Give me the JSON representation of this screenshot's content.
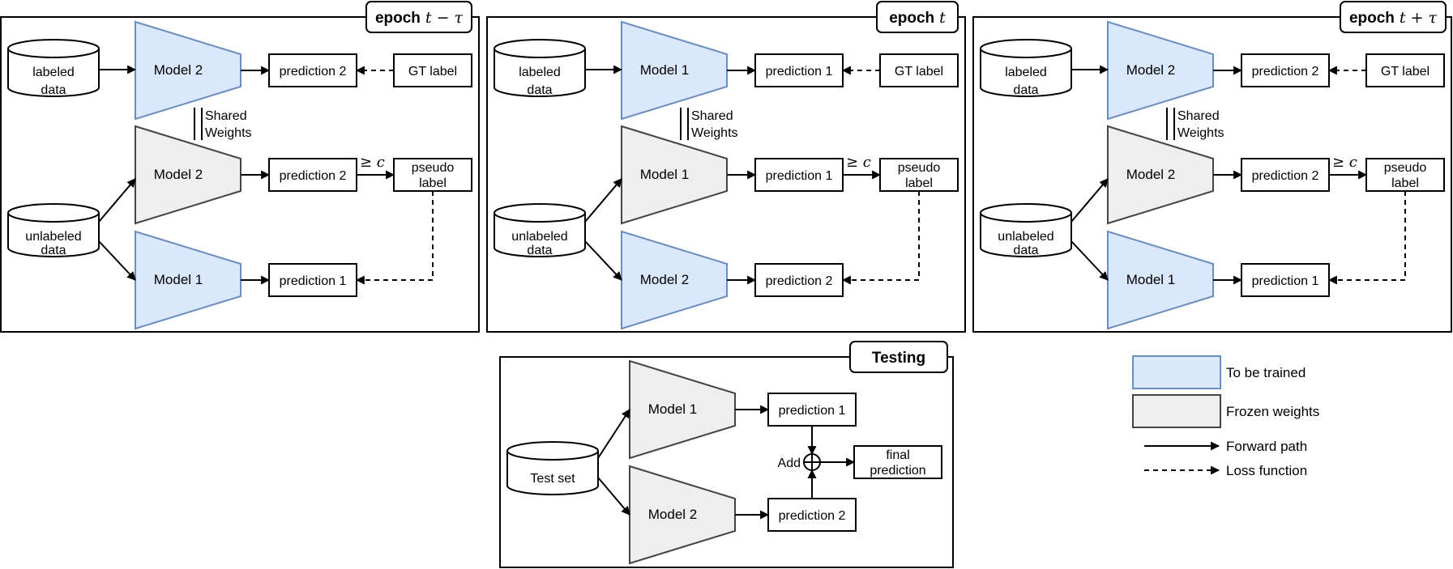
{
  "panels": [
    {
      "title_word": "epoch",
      "title_math": "t − τ",
      "top_model": "Model 2",
      "shared_model": "Model 2",
      "bottom_model": "Model 1",
      "top_pred": "prediction 2",
      "shared_pred": "prediction 2",
      "bottom_pred": "prediction 1"
    },
    {
      "title_word": "epoch",
      "title_math": "t",
      "top_model": "Model 1",
      "shared_model": "Model 1",
      "bottom_model": "Model 2",
      "top_pred": "prediction 1",
      "shared_pred": "prediction 1",
      "bottom_pred": "prediction 2"
    },
    {
      "title_word": "epoch",
      "title_math": "t + τ",
      "top_model": "Model 2",
      "shared_model": "Model 2",
      "bottom_model": "Model 1",
      "top_pred": "prediction 2",
      "shared_pred": "prediction 2",
      "bottom_pred": "prediction 1"
    }
  ],
  "common": {
    "labeled_line1": "labeled",
    "labeled_line2": "data",
    "unlabeled_line1": "unlabeled",
    "unlabeled_line2": "data",
    "gt_label": "GT label",
    "pseudo_line1": "pseudo",
    "pseudo_line2": "label",
    "shared_line1": "Shared",
    "shared_line2": "Weights",
    "threshold": "≥ c"
  },
  "testing": {
    "title": "Testing",
    "dataset": "Test set",
    "model_a": "Model 1",
    "model_b": "Model 2",
    "pred_a": "prediction 1",
    "pred_b": "prediction 2",
    "add_label": "Add",
    "final_line1": "final",
    "final_line2": "prediction"
  },
  "legend": {
    "trained": "To be trained",
    "frozen": "Frozen weights",
    "forward": "Forward path",
    "loss": "Loss function"
  },
  "colors": {
    "trained_fill": "#dae8fc",
    "trained_stroke": "#6c8ebf",
    "frozen_fill": "#eeeeee",
    "frozen_stroke": "#444444"
  }
}
